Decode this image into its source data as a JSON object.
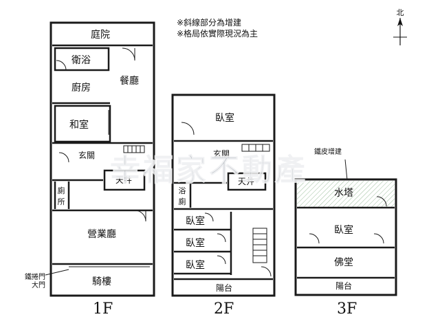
{
  "notes": [
    "※斜線部分為增建",
    "※格局依實際現況為主"
  ],
  "compass_label": "北",
  "watermark": "幸福家不動產",
  "legend": {
    "door_lines": [
      "鐵捲門",
      "大門"
    ],
    "tin_lines": [
      "鐵皮增建"
    ]
  },
  "floors": {
    "f1": "1F",
    "f2": "2F",
    "f3": "3F"
  },
  "rooms_1f": {
    "courtyard": "庭院",
    "bathroom": "衛浴",
    "dining": "餐廳",
    "kitchen": "廚房",
    "tatami": "和室",
    "foyer": "玄關",
    "skylight": "天井",
    "toilet_top": "廁",
    "toilet_bottom": "所",
    "business_hall": "營業廳",
    "arcade": "騎樓"
  },
  "rooms_2f": {
    "bedroom_top": "臥室",
    "foyer": "玄關",
    "skylight": "天井",
    "bath_top": "浴",
    "bath_bottom": "廁",
    "bedroom_1": "臥室",
    "bedroom_2": "臥室",
    "bedroom_3": "臥室",
    "balcony": "陽台"
  },
  "rooms_3f": {
    "water_tower": "水塔",
    "bedroom": "臥室",
    "buddha_hall": "佛堂",
    "balcony": "陽台"
  },
  "colors": {
    "wall": "#1a1a1a",
    "water_tower_fill": "#e6f0e6",
    "hatch": "#9cbf9c",
    "watermark": "#7a828c"
  }
}
